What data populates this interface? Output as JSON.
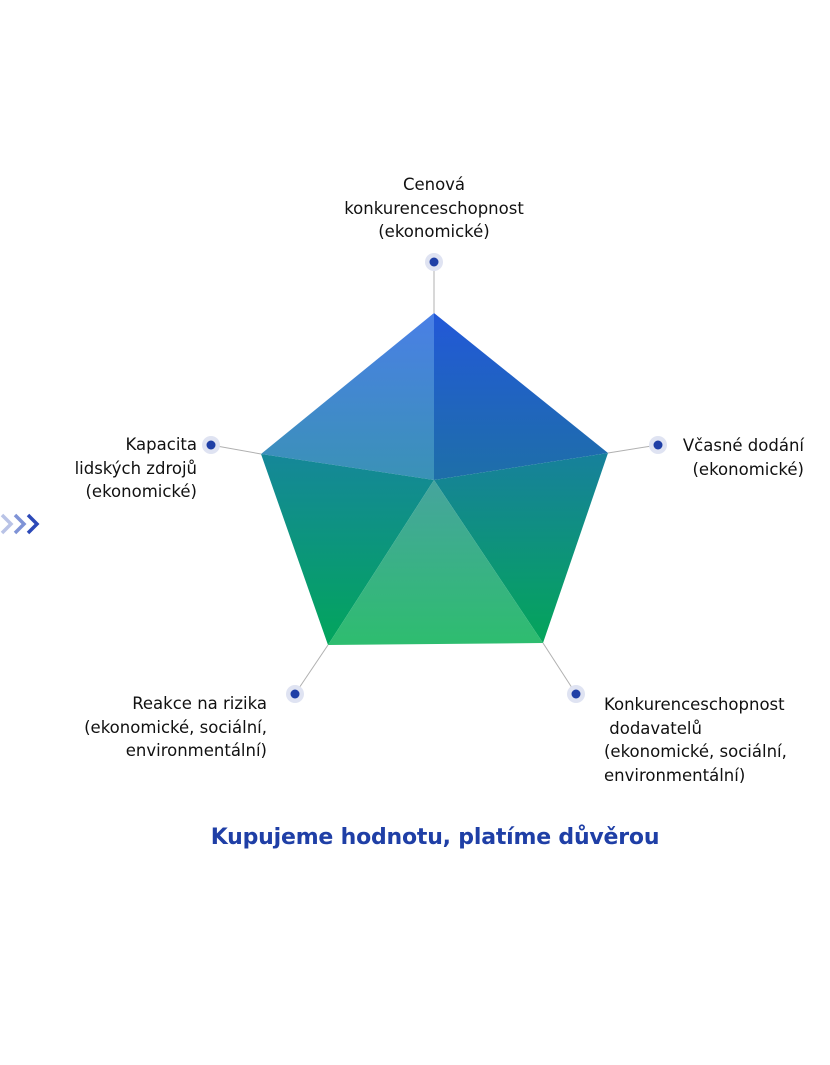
{
  "labels": {
    "top": [
      "Cenová",
      "konkurenceschopnost",
      "(ekonomické)"
    ],
    "right": [
      "Včasné dodání",
      "(ekonomické)"
    ],
    "bottom_right": [
      "Konkurenceschopnost",
      " dodavatelů",
      "(ekonomické, sociální,",
      "environmentální)"
    ],
    "bottom_left": [
      "Reakce na rizika",
      "(ekonomické, sociální,",
      "environmentální)"
    ],
    "left": [
      "Kapacita",
      "lidských zdrojů",
      "(ekonomické)"
    ]
  },
  "caption": "Kupujeme hodnotu, platíme důvěrou",
  "colors": {
    "caption": "#1f3fa6",
    "marker_dot": "#1f3fa6",
    "marker_ring": "#dfe3f2",
    "gradient_top": "#2d5fdc",
    "gradient_bottom": "#05a35a",
    "chevrons": [
      "#b9c3e6",
      "#7f93d6",
      "#2c49b8"
    ]
  },
  "icons": {
    "chevrons": "triple-chevron-right-icon",
    "marker": "dot-marker-icon"
  }
}
